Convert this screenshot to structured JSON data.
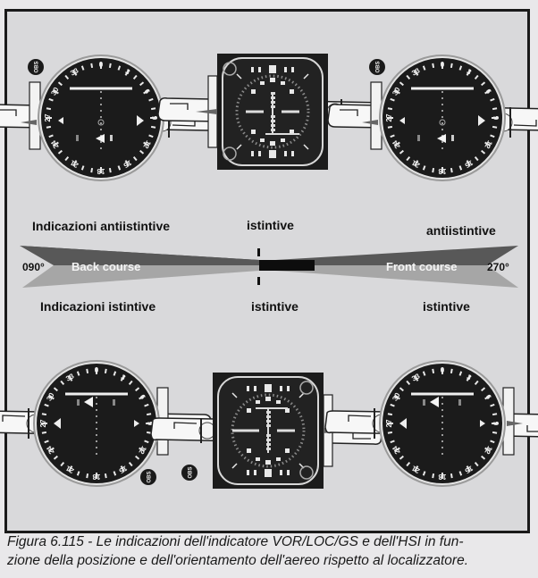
{
  "figure": {
    "labels": {
      "top_left": "Indicazioni antiistintive",
      "top_center": "istintive",
      "top_right": "antiistintive",
      "bottom_left": "Indicazioni istintive",
      "bottom_center": "istintive",
      "bottom_right": "istintive"
    },
    "localizer": {
      "left_heading": "090°",
      "right_heading": "270°",
      "back_course_label": "Back course",
      "front_course_label": "Front course"
    },
    "instruments": {
      "vor_top_left": {
        "type": "VOR/LOC/GS",
        "knob": "OBS",
        "card_marks": [
          "0",
          "3",
          "6",
          "9",
          "12",
          "15",
          "18",
          "21",
          "24",
          "27",
          "30",
          "33"
        ]
      },
      "hsi_top_center": {
        "type": "HSI"
      },
      "vor_top_right": {
        "type": "VOR/LOC/GS",
        "knob": "OBS"
      },
      "vor_bottom_left": {
        "type": "VOR/LOC/GS",
        "knob": "OBS"
      },
      "hsi_bottom_center": {
        "type": "HSI",
        "knob": "OBS"
      },
      "vor_bottom_right": {
        "type": "VOR/LOC/GS"
      }
    },
    "colors": {
      "instrument_face": "#1b1b1b",
      "beam_dark": "#555555",
      "beam_light": "#9a9a9a",
      "frame": "#1a1a1a",
      "background": "#d9d9db"
    }
  },
  "caption": {
    "line1": "Figura 6.115 - Le indicazioni dell'indicatore VOR/LOC/GS e dell'HSI in fun-",
    "line2": "zione della posizione e dell'orientamento dell'aereo rispetto al localizzatore."
  }
}
